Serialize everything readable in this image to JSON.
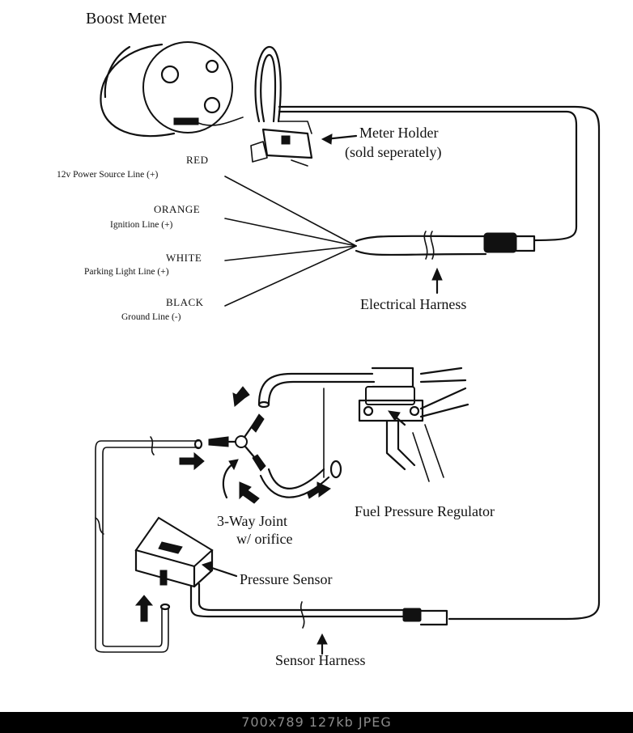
{
  "labels": {
    "title": "Boost Meter",
    "meter_holder": "Meter Holder",
    "sold_separately": "(sold seperately)",
    "electrical_harness": "Electrical Harness",
    "fuel_pressure_regulator": "Fuel Pressure Regulator",
    "three_way_joint": "3-Way Joint",
    "with_orifice": "w/ orifice",
    "pressure_sensor": "Pressure Sensor",
    "sensor_harness": "Sensor Harness"
  },
  "wires": [
    {
      "color": "RED",
      "desc": "12v Power Source Line (+)"
    },
    {
      "color": "ORANGE",
      "desc": "Ignition Line (+)"
    },
    {
      "color": "WHITE",
      "desc": "Parking Light Line (+)"
    },
    {
      "color": "BLACK",
      "desc": "Ground Line (-)"
    }
  ],
  "footer": "700x789 127kb JPEG"
}
